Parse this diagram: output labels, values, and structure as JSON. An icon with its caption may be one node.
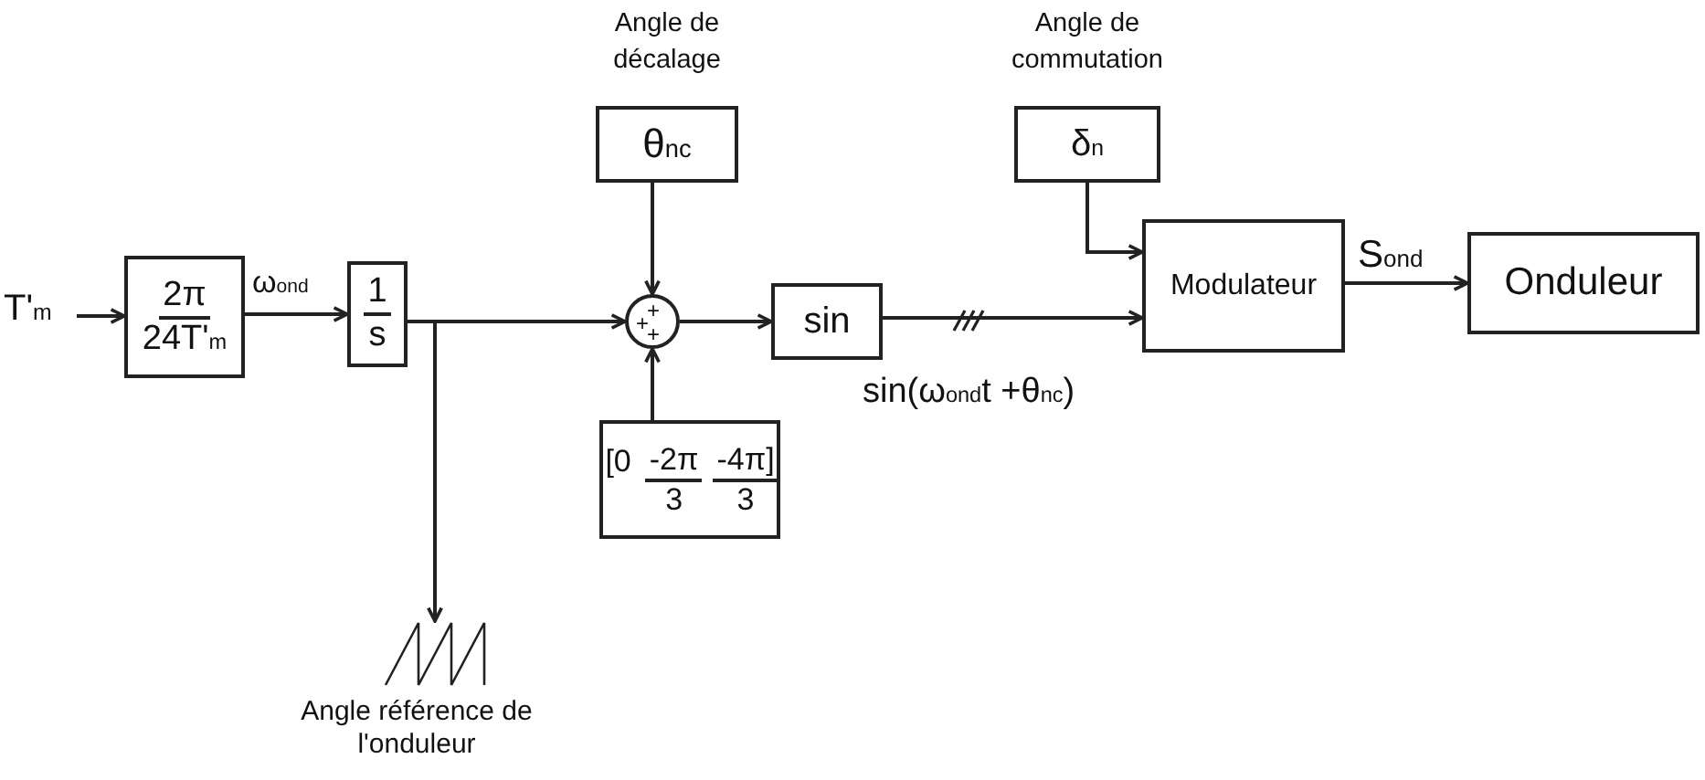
{
  "diagram": {
    "nodes": [
      {
        "text": [
          "T'$_{m}$"
        ]
      },
      {
        "text": [
          "2π",
          "24T'$_{m}$"
        ]
      },
      {
        "text": [
          "1",
          "s"
        ]
      },
      {
        "text": [
          "Angle de décalage",
          "θ$_{nc}$"
        ]
      },
      {
        "text": [
          "+",
          "+",
          "+"
        ]
      },
      {
        "text": [
          "[0",
          "-2π",
          "3",
          "-4π]",
          "3"
        ]
      },
      {
        "text": [
          "sin"
        ]
      },
      {
        "text": [
          "Angle de commutation",
          "δ$_{n}$"
        ]
      },
      {
        "text": [
          "Modulateur"
        ]
      },
      {
        "text": [
          "Onduleur"
        ]
      },
      {
        "text": [],
        "shape": "picture",
        "beside": [
          "Angle référence de l'onduleur"
        ]
      }
    ],
    "edges": [
      {
        "from": 0,
        "to": 1,
        "arrow": "to"
      },
      {
        "from": 1,
        "to": 2,
        "arrow": "to",
        "label": "ω$_{ond}$"
      },
      {
        "from": 2,
        "to": 4,
        "arrow": "to"
      },
      {
        "from": 2,
        "to": 10,
        "arrow": "to"
      },
      {
        "from": 3,
        "to": 4,
        "arrow": "to"
      },
      {
        "from": 5,
        "to": 4,
        "arrow": "to"
      },
      {
        "from": 4,
        "to": 6,
        "arrow": "to"
      },
      {
        "from": 6,
        "to": 8,
        "arrow": "to",
        "label": "sin(ω$_{ond}$t +θ$_{nc}$)"
      },
      {
        "from": 7,
        "to": 8,
        "arrow": "to"
      },
      {
        "from": 8,
        "to": 9,
        "arrow": "to",
        "label": "S$_{ond}$"
      }
    ]
  }
}
